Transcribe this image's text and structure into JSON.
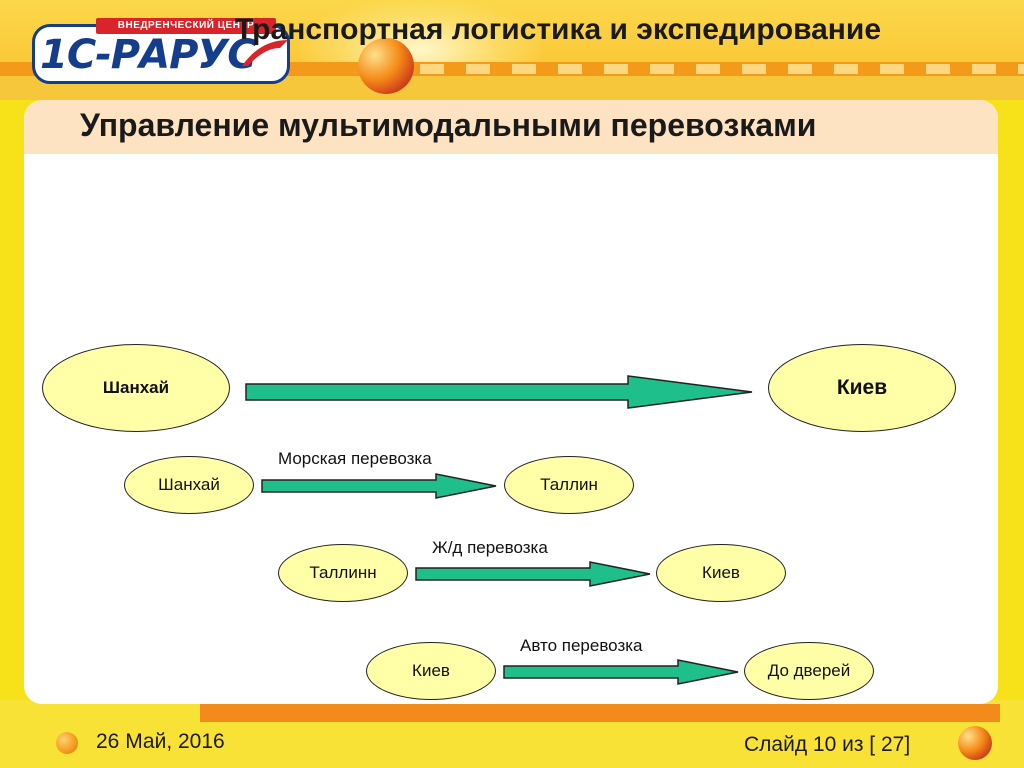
{
  "header": {
    "title": "Транспортная логистика и экспедирование"
  },
  "logo": {
    "banner": "ВНЕДРЕНЧЕСКИЙ ЦЕНТР",
    "text": "1С-РАРУС"
  },
  "slide": {
    "title": "Управление мультимодальными перевозками"
  },
  "diagram": {
    "nodes": {
      "main_from": "Шанхай",
      "main_to": "Киев",
      "sea_from": "Шанхай",
      "sea_to": "Таллин",
      "rail_from": "Таллинн",
      "rail_to": "Киев",
      "auto_from": "Киев",
      "auto_to": "До дверей"
    },
    "edges": {
      "sea": "Морская перевозка",
      "rail": "Ж/д перевозка",
      "auto": "Авто перевозка"
    }
  },
  "footer": {
    "date": "26 Май, 2016",
    "slide_number": "Слайд 10 из [ 27]"
  },
  "colors": {
    "node_fill": "#ffffa8",
    "arrow_fill": "#1fbf8c",
    "panel_header": "#fde3c2",
    "accent": "#f28a1c"
  }
}
